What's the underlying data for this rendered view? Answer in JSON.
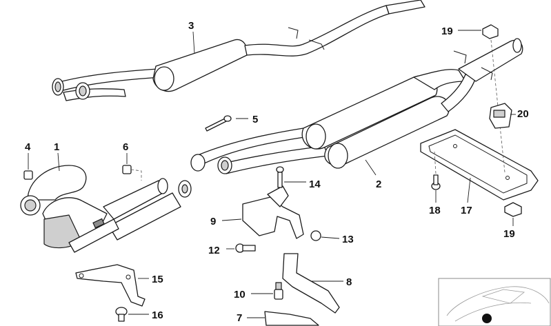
{
  "callouts": {
    "c1": "1",
    "c2": "2",
    "c3": "3",
    "c4": "4",
    "c5": "5",
    "c6": "6",
    "c7": "7",
    "c8": "8",
    "c9": "9",
    "c10": "10",
    "c12": "12",
    "c13": "13",
    "c14": "14",
    "c15": "15",
    "c16": "16",
    "c17": "17",
    "c18": "18",
    "c19a": "19",
    "c19b": "19",
    "c20": "20"
  },
  "colors": {
    "line": "#1a1a1a",
    "shade": "#cfcfcf",
    "background": "#ffffff"
  }
}
